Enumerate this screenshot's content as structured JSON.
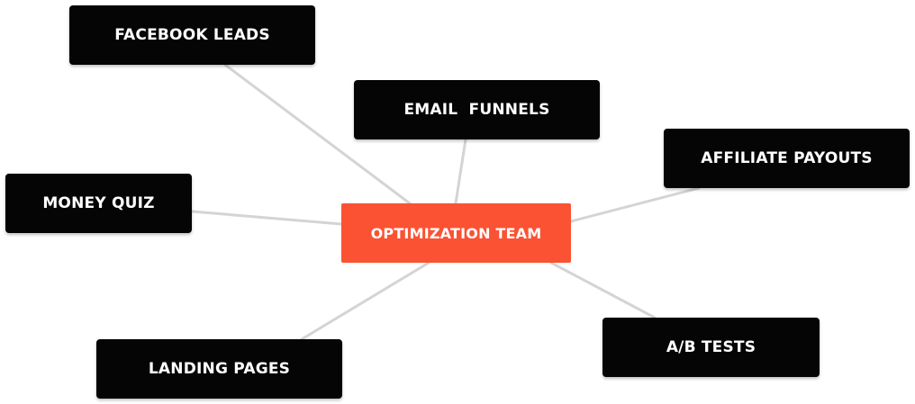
{
  "diagram": {
    "center": {
      "label": "OPTIMIZATION TEAM",
      "color": "#fb5233"
    },
    "nodes": [
      {
        "id": "facebook-leads",
        "label": "FACEBOOK LEADS"
      },
      {
        "id": "email-funnels",
        "label": "EMAIL  FUNNELS"
      },
      {
        "id": "affiliate-payouts",
        "label": "AFFILIATE PAYOUTS"
      },
      {
        "id": "money-quiz",
        "label": "MONEY QUIZ"
      },
      {
        "id": "landing-pages",
        "label": "LANDING PAGES"
      },
      {
        "id": "ab-tests",
        "label": "A/B TESTS"
      }
    ],
    "node_color": "#050505",
    "connector_color": "#d4d4d4"
  }
}
